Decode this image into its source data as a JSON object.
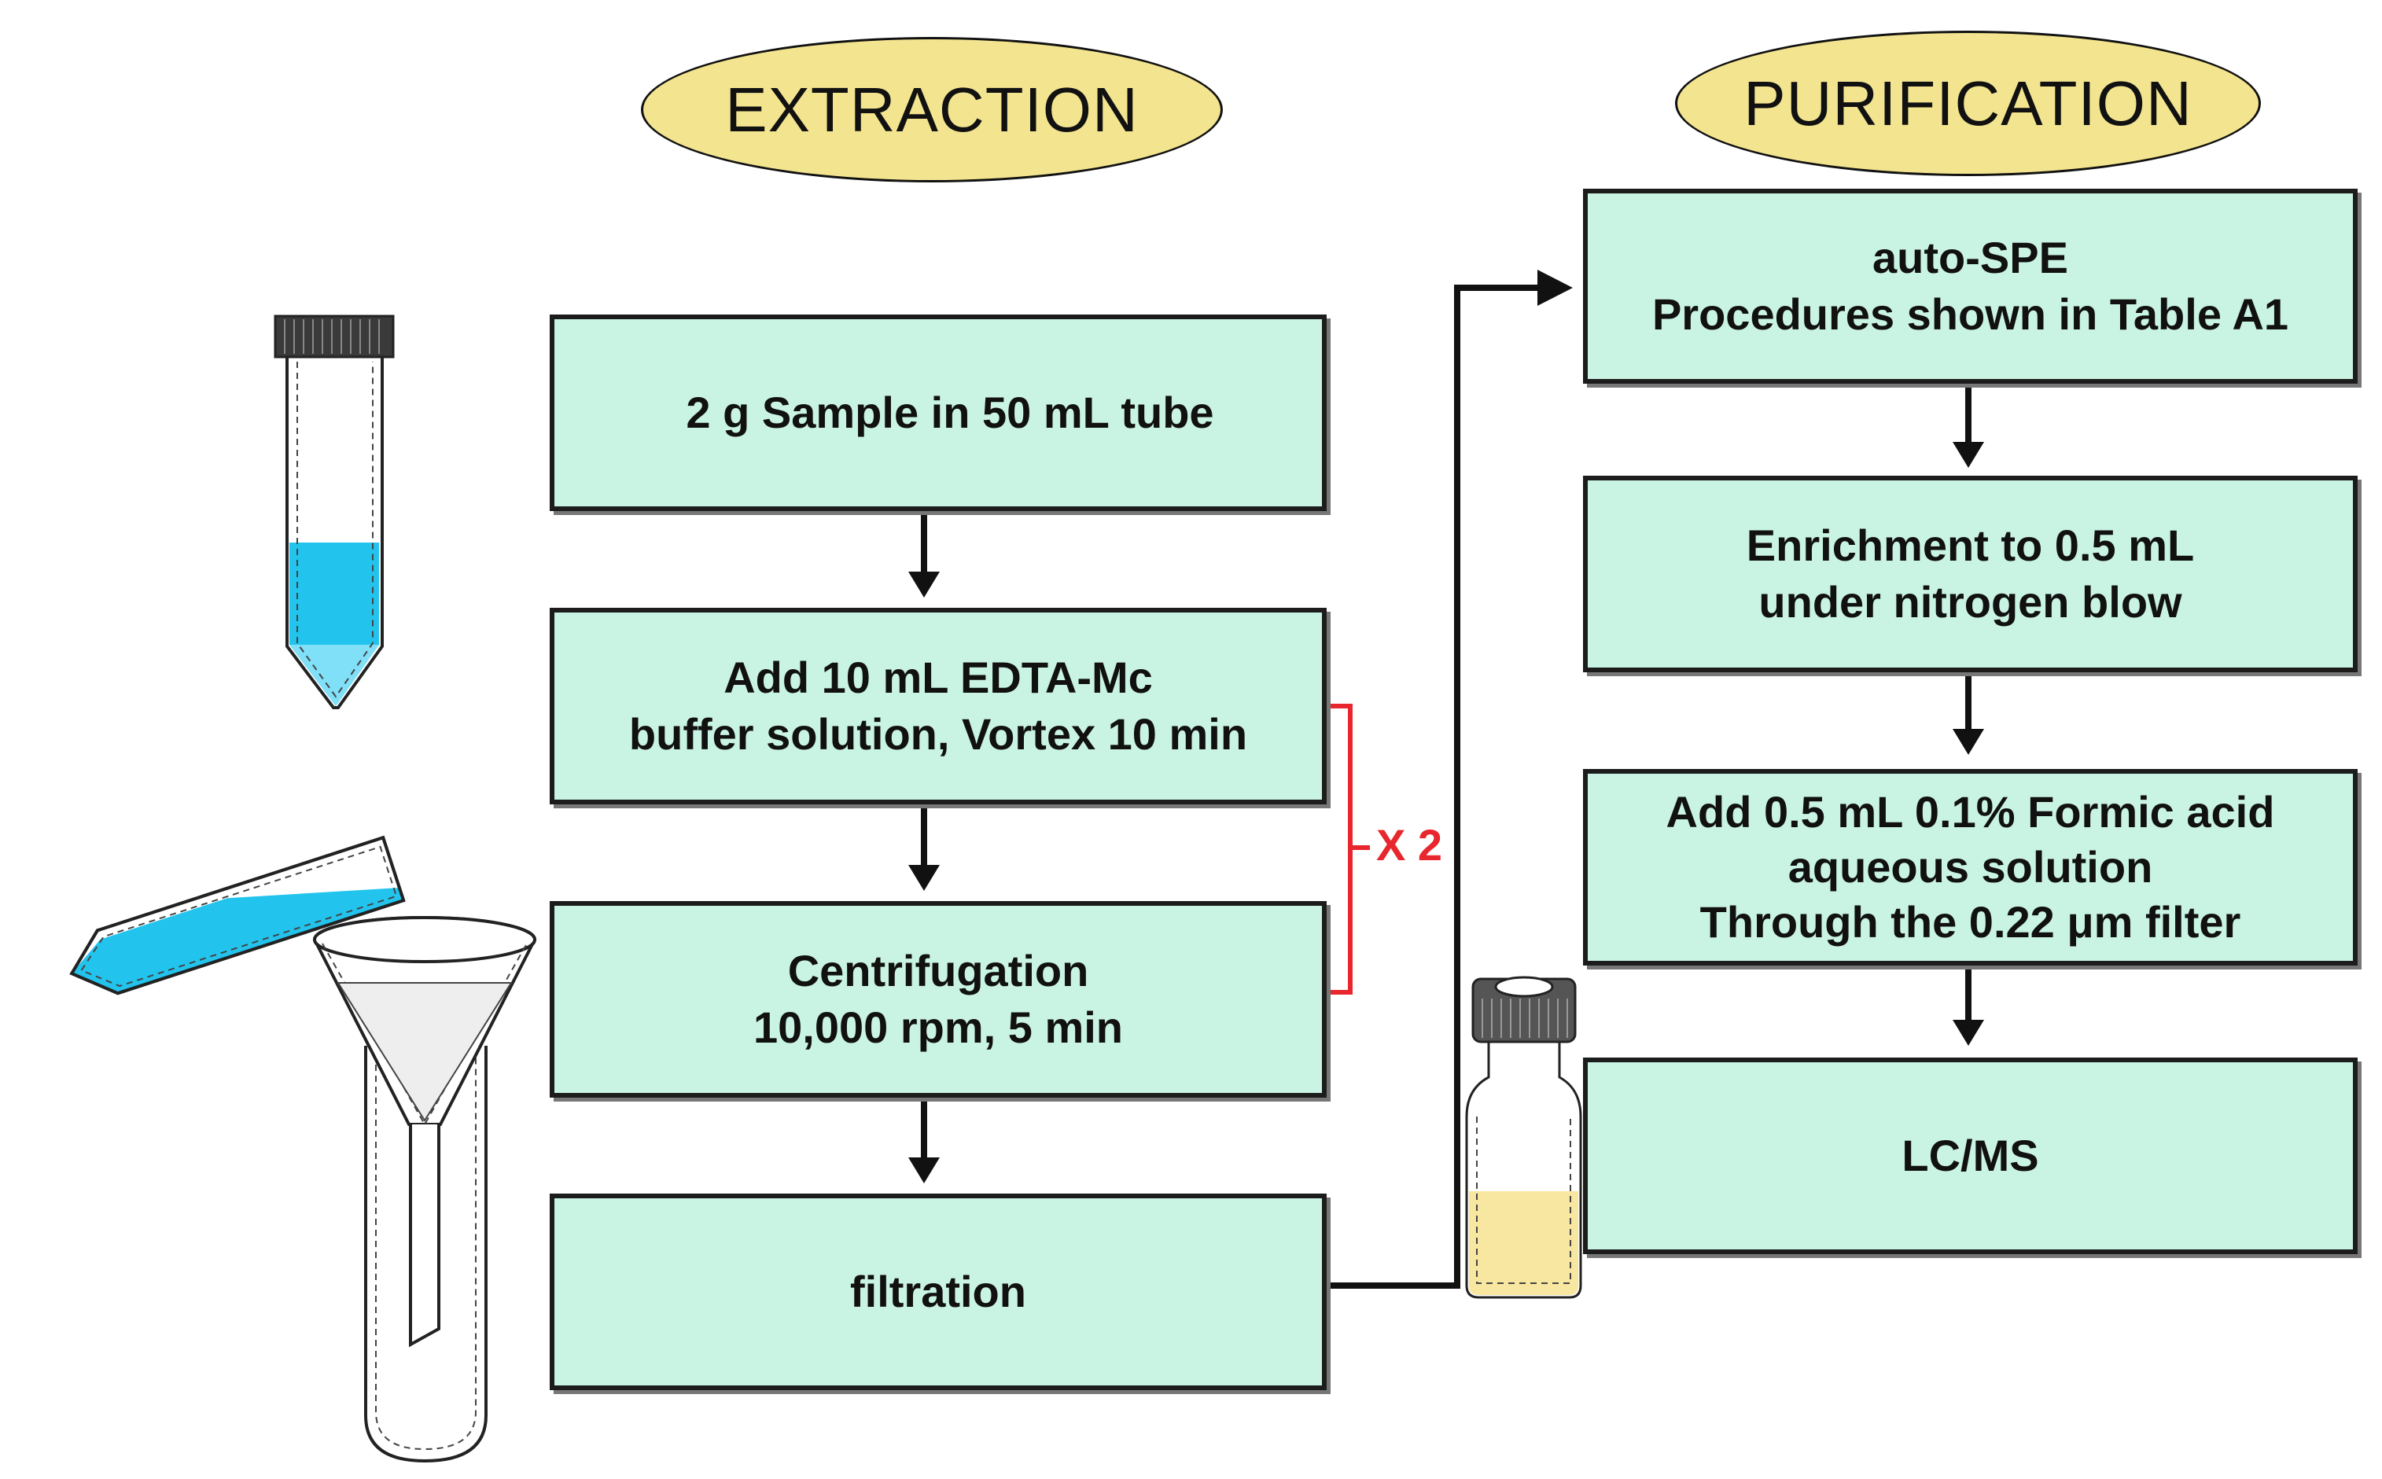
{
  "colors": {
    "box_fill": "#c9f3e2",
    "oval_fill": "#f3e48f",
    "liquid_blue": "#22c4ee",
    "liquid_yellow": "#f8e7a0",
    "bracket_red": "#e8262d"
  },
  "headers": {
    "extraction": "EXTRACTION",
    "purification": "PURIFICATION"
  },
  "extraction_steps": [
    {
      "lines": [
        "2 g Sample in 50 mL tube"
      ]
    },
    {
      "lines": [
        "Add 10 mL EDTA-Mc",
        "buffer solution, Vortex 10 min"
      ]
    },
    {
      "lines": [
        "Centrifugation",
        "10,000 rpm, 5 min"
      ]
    },
    {
      "lines": [
        "filtration"
      ]
    }
  ],
  "repeat_label": "X 2",
  "purification_steps": [
    {
      "lines": [
        "auto-SPE",
        "Procedures shown in Table A1"
      ]
    },
    {
      "lines": [
        "Enrichment to 0.5 mL",
        "under nitrogen blow"
      ]
    },
    {
      "lines": [
        "Add 0.5 mL 0.1% Formic acid",
        "aqueous solution",
        "Through the 0.22 μm filter"
      ]
    },
    {
      "lines": [
        "LC/MS"
      ]
    }
  ],
  "illustrations": [
    "centrifuge-tube-icon",
    "pouring-tube-icon",
    "funnel-icon",
    "collection-tube-icon",
    "sample-vial-icon"
  ]
}
